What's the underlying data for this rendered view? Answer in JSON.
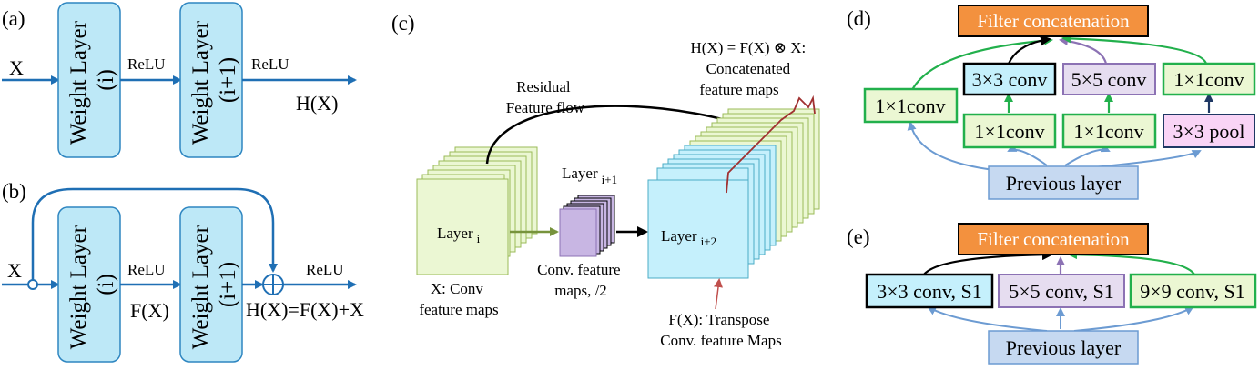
{
  "panels": {
    "a": "(a)",
    "b": "(b)",
    "c": "(c)",
    "d": "(d)",
    "e": "(e)"
  },
  "a": {
    "input": "X",
    "layer1": [
      "Weight Layer",
      "(i)"
    ],
    "layer2": [
      "Weight Layer",
      "(i+1)"
    ],
    "relu1": "ReLU",
    "relu2": "ReLU",
    "output": "H(X)"
  },
  "b": {
    "input": "X",
    "layer1": [
      "Weight Layer",
      "(i)"
    ],
    "layer2": [
      "Weight Layer",
      "(i+1)"
    ],
    "relu1": "ReLU",
    "relu2": "ReLU",
    "fx": "F(X)",
    "output": "H(X)=F(X)+X"
  },
  "c": {
    "residual": [
      "Residual",
      "Feature flow"
    ],
    "concat_title": [
      "H(X) = F(X) ⊗ X:",
      "Concatenated",
      "feature maps"
    ],
    "layer_i": "Layer",
    "layer_i_sub": "i",
    "layer_i1": "Layer",
    "layer_i1_sub": "i+1",
    "layer_i2": "Layer",
    "layer_i2_sub": "i+2",
    "x_caption": [
      "X: Conv",
      "feature maps"
    ],
    "conv_caption": [
      "Conv. feature",
      "maps, /2"
    ],
    "fx_caption": [
      "F(X): Transpose",
      "Conv. feature Maps"
    ]
  },
  "d": {
    "concat": "Filter concatenation",
    "left_conv": "1×1conv",
    "top": [
      "3×3 conv",
      "5×5 conv",
      "1×1conv"
    ],
    "bottom": [
      "1×1conv",
      "1×1conv",
      "3×3 pool"
    ],
    "prev": "Previous layer"
  },
  "e": {
    "concat": "Filter concatenation",
    "convs": [
      "3×3 conv, S1",
      "5×5 conv, S1",
      "9×9 conv, S1"
    ],
    "prev": "Previous layer"
  },
  "colors": {
    "arrow_blue": "#1F6FB4",
    "weight_fill": "#BDE8F7",
    "weight_stroke": "#2E86C1",
    "green_border": "#22B04C",
    "purple_fill": "#E6DDF0",
    "purple_border": "#8C72B4",
    "pink_fill": "#F9D4F6",
    "orange_fill": "#F3913E",
    "prev_fill": "#C6D9F1",
    "prev_border": "#6C9BD2",
    "green_card": "#EBF7D3",
    "cyan_card": "#C5F0FC",
    "purple_card": "#C8B6E3"
  }
}
